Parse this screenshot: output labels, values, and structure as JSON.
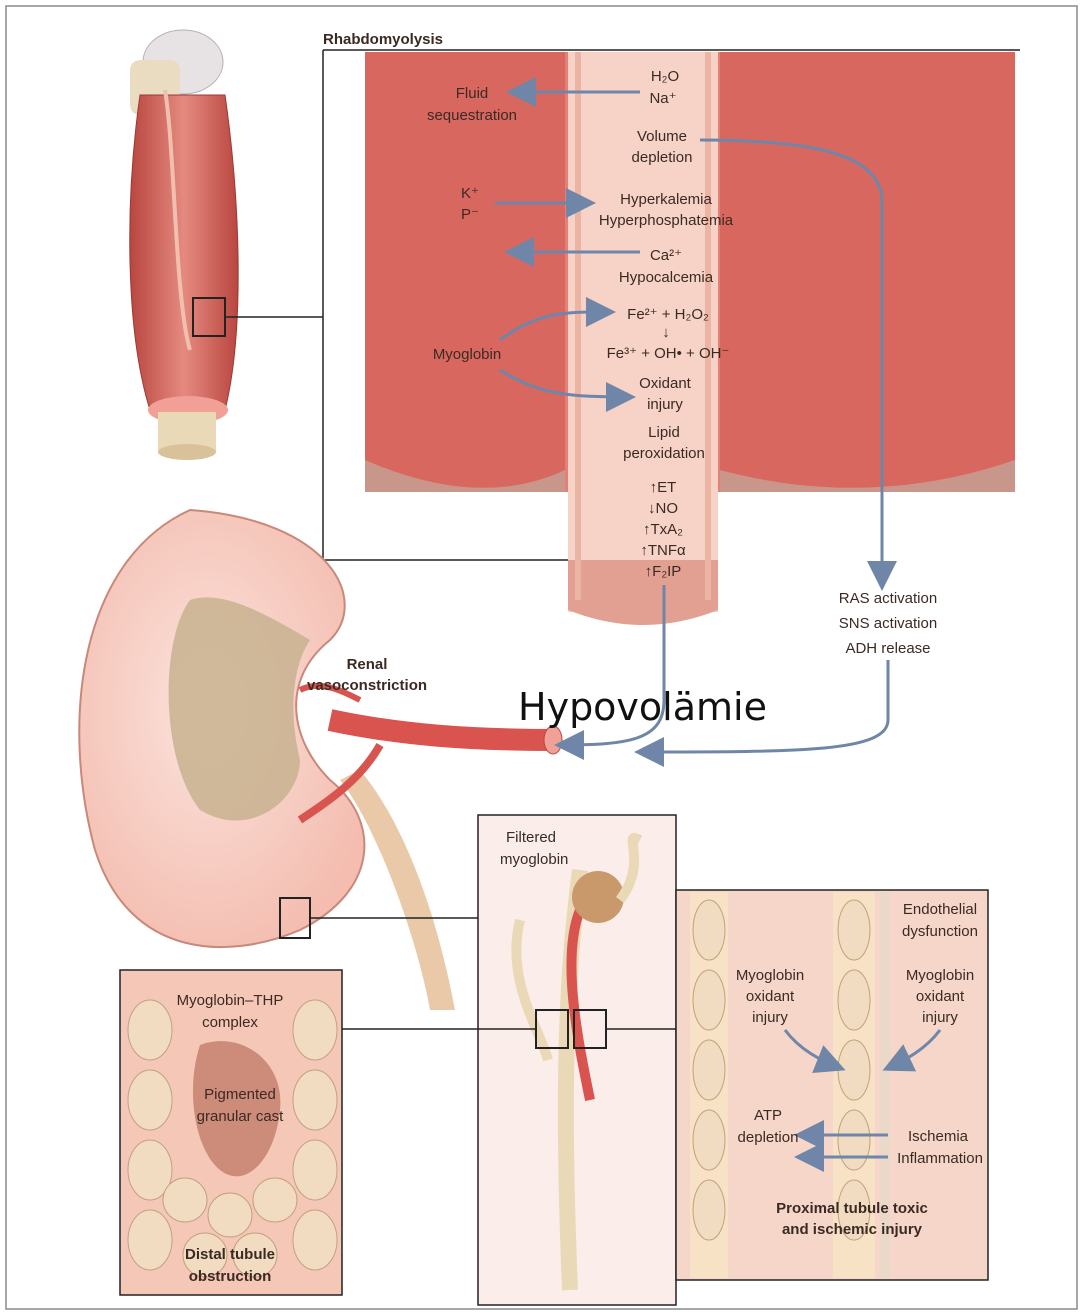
{
  "title": "Rhabdomyolysis",
  "overlay_label": "Hypovolämie",
  "muscle_panel": {
    "fluid": [
      "Fluid",
      "sequestration"
    ],
    "water": "H₂O",
    "sodium": "Na⁺",
    "volume": [
      "Volume",
      "depletion"
    ],
    "k_p": [
      "K⁺",
      "P⁻"
    ],
    "hyperk": [
      "Hyperkalemia",
      "Hyperphosphatemia"
    ],
    "calcium": [
      "Ca²⁺",
      "Hypocalcemia"
    ],
    "fenton": [
      "Fe²⁺ + H₂O₂",
      "↓",
      "Fe³⁺ + OH• + OH⁻"
    ],
    "myoglobin": "Myoglobin",
    "oxidant": [
      "Oxidant",
      "injury"
    ],
    "lipid": [
      "Lipid",
      "peroxidation"
    ],
    "mediators": [
      "↑ET",
      "↓NO",
      "↑TxA₂",
      "↑TNFα",
      "↑F₂IP"
    ]
  },
  "systemic": [
    "RAS activation",
    "SNS activation",
    "ADH release"
  ],
  "renal_vaso": [
    "Renal",
    "vasoconstriction"
  ],
  "filtered": [
    "Filtered",
    "myoglobin"
  ],
  "distal_panel": {
    "complex": [
      "Myoglobin–THP",
      "complex"
    ],
    "cast": [
      "Pigmented",
      "granular cast"
    ],
    "caption": [
      "Distal tubule",
      "obstruction"
    ]
  },
  "proximal_panel": {
    "endothelial": [
      "Endothelial",
      "dysfunction"
    ],
    "myo_left": [
      "Myoglobin",
      "oxidant",
      "injury"
    ],
    "myo_right": [
      "Myoglobin",
      "oxidant",
      "injury"
    ],
    "atp": [
      "ATP",
      "depletion"
    ],
    "ischemia": "Ischemia",
    "inflammation": "Inflammation",
    "caption": [
      "Proximal tubule toxic",
      "and ischemic injury"
    ]
  },
  "colors": {
    "muscle": "#d9706a",
    "muscle_dark": "#b8463f",
    "arrow": "#6f86a8",
    "cell": "#f1dcc2",
    "tubule": "#f5c9b8",
    "text": "#3b2a24"
  }
}
